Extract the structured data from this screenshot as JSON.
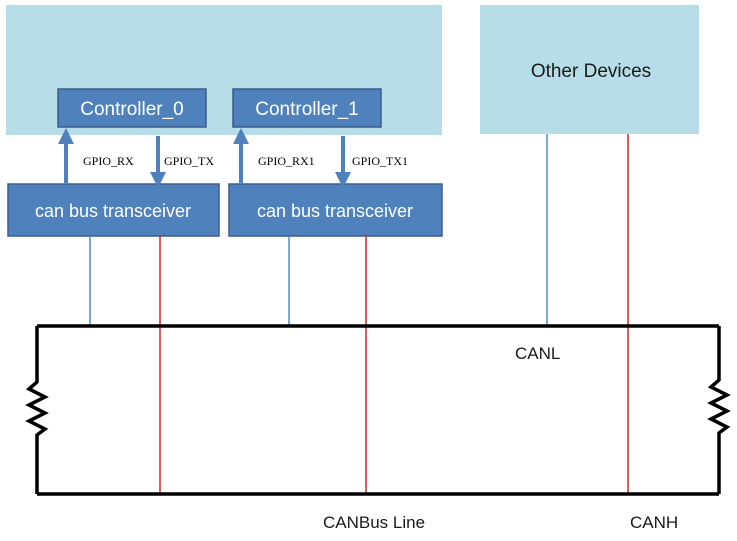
{
  "regions": {
    "host": "",
    "other_devices": "Other Devices"
  },
  "controllers": [
    {
      "label": "Controller_0"
    },
    {
      "label": "Controller_1"
    }
  ],
  "transceivers": [
    {
      "label": "can bus transceiver"
    },
    {
      "label": "can bus transceiver"
    }
  ],
  "signals": {
    "rx0": "GPIO_RX",
    "tx0": "GPIO_TX",
    "rx1": "GPIO_RX1",
    "tx1": "GPIO_TX1"
  },
  "bus": {
    "canl_label": "CANL",
    "canh_label": "CANH",
    "line_label": "CANBus Line"
  },
  "colors": {
    "region_fill": "#b7dde8",
    "box_fill": "#4f81bd",
    "box_stroke": "#385d8a",
    "arrow": "#4f81bd",
    "canl_wire": "#4f8fc8",
    "canh_wire": "#e02020",
    "bus_line": "#000000"
  }
}
